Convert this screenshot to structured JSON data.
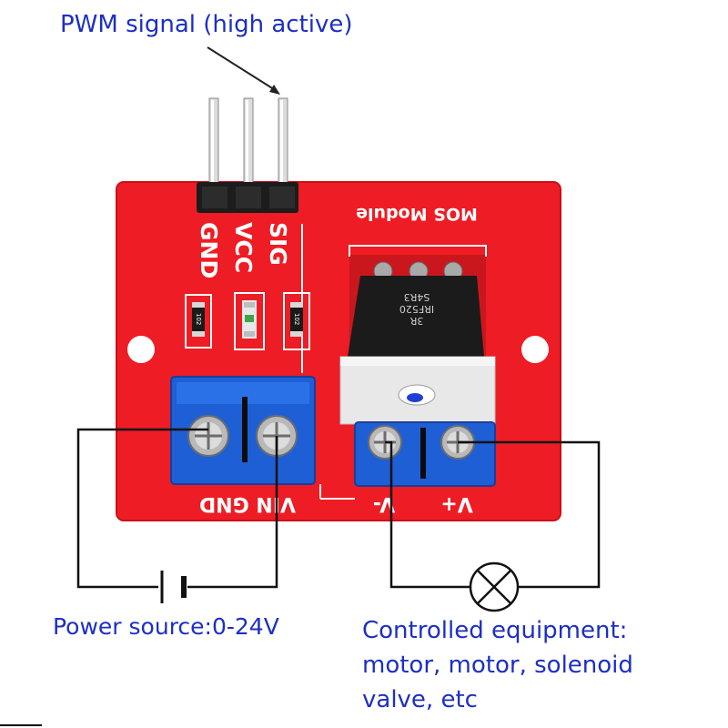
{
  "annotations": {
    "pwm_signal": "PWM signal (high active)",
    "power_source": "Power source:0-24V",
    "controlled_equipment": [
      "Controlled equipment:",
      "motor, motor, solenoid",
      "valve, etc"
    ]
  },
  "board": {
    "module_name": "MOS Module",
    "header_pins": [
      "GND",
      "VCC",
      "SIG"
    ],
    "input_terminals": "VIN GND",
    "output_terminals": [
      "V-",
      "V+"
    ],
    "resistor_code": "102",
    "mosfet_marking": [
      "IRF520",
      "S4R3",
      "3R"
    ]
  },
  "colors": {
    "pcb": "#ee1c24",
    "terminal_block": "#1f5fd6",
    "wire": "#111111",
    "annotation_text": "#1d2fc4"
  }
}
